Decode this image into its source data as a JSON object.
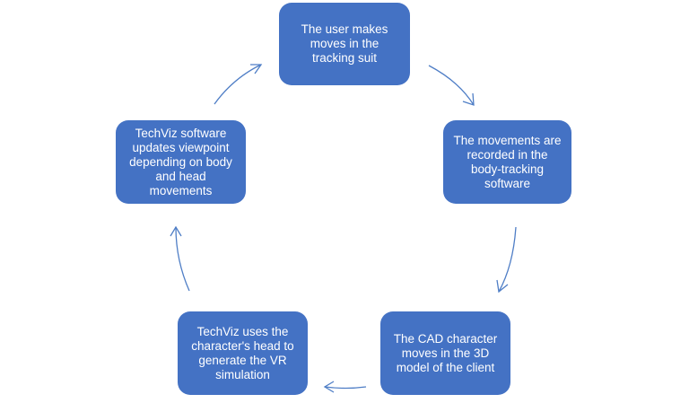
{
  "diagram": {
    "type": "cycle",
    "steps": [
      {
        "id": "step-1",
        "label": "The user makes moves in the tracking suit"
      },
      {
        "id": "step-2",
        "label": "The movements are recorded in the body-tracking software"
      },
      {
        "id": "step-3",
        "label": "The CAD character moves in the 3D model of the client"
      },
      {
        "id": "step-4",
        "label": "TechViz uses the character's head to generate the VR simulation"
      },
      {
        "id": "step-5",
        "label": "TechViz software updates viewpoint depending on body and head movements"
      }
    ],
    "colors": {
      "node_fill": "#4472c4",
      "node_text": "#ffffff",
      "arrow": "#4f7ec6",
      "background": "#ffffff"
    }
  }
}
